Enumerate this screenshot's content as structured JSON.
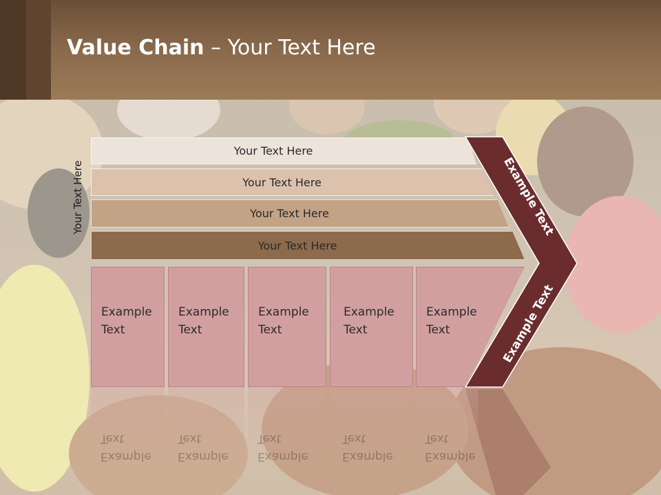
{
  "slide": {
    "title_bold": "Value Chain",
    "title_rest": " – Your Text Here",
    "vertical_label": "Your Text Here",
    "bars": [
      {
        "label": "Your Text Here"
      },
      {
        "label": "Your Text Here"
      },
      {
        "label": "Your Text Here"
      },
      {
        "label": "Your Text Here"
      }
    ],
    "boxes": [
      {
        "line1": "Example",
        "line2": "Text"
      },
      {
        "line1": "Example",
        "line2": "Text"
      },
      {
        "line1": "Example",
        "line2": "Text"
      },
      {
        "line1": "Example",
        "line2": "Text"
      },
      {
        "line1": "Example",
        "line2": "Text"
      }
    ],
    "chevron_top_label": "Example Text",
    "chevron_bottom_label": "Example Text"
  },
  "colors": {
    "header": "#8a6a4c",
    "bar1": "#ece3db",
    "bar2": "#dcc2ad",
    "bar3": "#c3a386",
    "bar4": "#8c6a4b",
    "box": "#d29fa0",
    "chevron": "#6b2c2e"
  }
}
